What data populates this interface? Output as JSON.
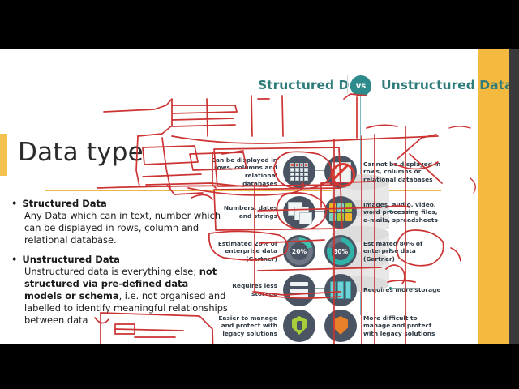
{
  "slide": {
    "title": "Data type",
    "bullets": [
      {
        "heading": "Structured Data",
        "body": "Any Data which can  in text, number which can be displayed in rows, column and relational database."
      },
      {
        "heading": "Unstructured Data",
        "body_1": "Unstructured data is everything else; ",
        "body_bold": "not structured via pre-defined data models or schema",
        "body_2": ", i.e. not organised and labelled to identify meaningful relationships between data"
      }
    ]
  },
  "infographic": {
    "left_heading": "Structured Data",
    "vs_label": "vs",
    "right_heading": "Unstructured Data",
    "left_items": [
      {
        "label": "Can be displayed in rows, columns and relational databases",
        "icon": "table-grid-icon"
      },
      {
        "label": "Numbers, dates and strings",
        "icon": "spreadsheets-icon"
      },
      {
        "label": "Estimated 20% of enterprise data (Gartner)",
        "icon": "donut-20-icon",
        "value": "20%"
      },
      {
        "label": "Requires less storage",
        "icon": "server-stack-icon"
      },
      {
        "label": "Easier to manage and protect with legacy solutions",
        "icon": "shield-key-icon"
      }
    ],
    "right_items": [
      {
        "label": "Cannot be displayed in rows, columns or relational databases",
        "icon": "no-table-icon"
      },
      {
        "label": "Images, audio, video, word processing files, e-mails, spreadsheets",
        "icon": "file-types-icon"
      },
      {
        "label": "Estimated 80% of enterprise data (Gartner)",
        "icon": "donut-80-icon",
        "value": "80%"
      },
      {
        "label": "Requires more storage",
        "icon": "server-racks-icon"
      },
      {
        "label": "More difficult to manage and protect with legacy solutions",
        "icon": "shield-warning-icon"
      }
    ],
    "center_graphic": "database-cylinder-icon"
  },
  "colors": {
    "teal": "#2e8b8b",
    "heading_teal": "#2e7d7b",
    "accent_gold": "#f6b93f",
    "ink_red": "#cc3333",
    "icon_slate": "#4a5463"
  }
}
